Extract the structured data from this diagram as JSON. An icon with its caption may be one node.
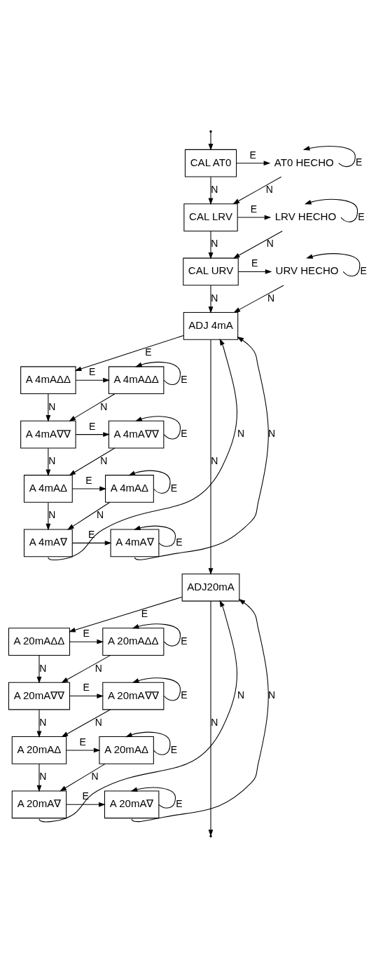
{
  "diagram": {
    "nodes": [
      {
        "text": [
          "CAL AT0"
        ]
      },
      {
        "text": [
          "AT0 HECHO"
        ]
      },
      {
        "text": [
          "CAL LRV"
        ]
      },
      {
        "text": [
          "LRV HECHO"
        ]
      },
      {
        "text": [
          "CAL URV"
        ]
      },
      {
        "text": [
          "URV HECHO"
        ]
      },
      {
        "text": [
          "ADJ 4mA"
        ]
      },
      {
        "text": [
          "A 4mAΔΔ"
        ]
      },
      {
        "text": [
          "A 4mAΔΔ"
        ]
      },
      {
        "text": [
          "A 4mA∇∇"
        ]
      },
      {
        "text": [
          "A 4mA∇∇"
        ]
      },
      {
        "text": [
          "A 4mAΔ"
        ]
      },
      {
        "text": [
          "A 4mAΔ"
        ]
      },
      {
        "text": [
          "A 4mA∇"
        ]
      },
      {
        "text": [
          "A 4mA∇"
        ]
      },
      {
        "text": [
          "ADJ20mA"
        ]
      },
      {
        "text": [
          "A 20mAΔΔ"
        ]
      },
      {
        "text": [
          "A 20mAΔΔ"
        ]
      },
      {
        "text": [
          "A 20mA∇∇"
        ]
      },
      {
        "text": [
          "A 20mA∇∇"
        ]
      },
      {
        "text": [
          "A 20mAΔ"
        ]
      },
      {
        "text": [
          "A 20mAΔ"
        ]
      },
      {
        "text": [
          "A 20mA∇"
        ]
      },
      {
        "text": [
          "A 20mA∇"
        ]
      }
    ],
    "edges": [
      {
        "from": null,
        "to": 0,
        "arrow": "to"
      },
      {
        "from": 0,
        "to": 1,
        "arrow": "to",
        "label": "E"
      },
      {
        "from": 1,
        "to": 1,
        "arrow": "to",
        "label": "E"
      },
      {
        "from": 0,
        "to": 2,
        "arrow": "to",
        "label": "N"
      },
      {
        "from": 1,
        "to": 2,
        "arrow": "to",
        "label": "N"
      },
      {
        "from": 2,
        "to": 3,
        "arrow": "to",
        "label": "E"
      },
      {
        "from": 3,
        "to": 3,
        "arrow": "to",
        "label": "E"
      },
      {
        "from": 2,
        "to": 4,
        "arrow": "to",
        "label": "N"
      },
      {
        "from": 3,
        "to": 4,
        "arrow": "to",
        "label": "N"
      },
      {
        "from": 4,
        "to": 5,
        "arrow": "to",
        "label": "E"
      },
      {
        "from": 5,
        "to": 5,
        "arrow": "to",
        "label": "E"
      },
      {
        "from": 4,
        "to": 6,
        "arrow": "to",
        "label": "N"
      },
      {
        "from": 5,
        "to": 6,
        "arrow": "to",
        "label": "N"
      },
      {
        "from": 6,
        "to": 7,
        "arrow": "to",
        "label": "E"
      },
      {
        "from": 6,
        "to": 15,
        "arrow": "to",
        "label": "N"
      },
      {
        "from": 7,
        "to": 8,
        "arrow": "to",
        "label": "E"
      },
      {
        "from": 8,
        "to": 8,
        "arrow": "to",
        "label": "E"
      },
      {
        "from": 7,
        "to": 9,
        "arrow": "to",
        "label": "N"
      },
      {
        "from": 8,
        "to": 9,
        "arrow": "to",
        "label": "N"
      },
      {
        "from": 9,
        "to": 10,
        "arrow": "to",
        "label": "E"
      },
      {
        "from": 10,
        "to": 10,
        "arrow": "to",
        "label": "E"
      },
      {
        "from": 9,
        "to": 11,
        "arrow": "to",
        "label": "N"
      },
      {
        "from": 10,
        "to": 11,
        "arrow": "to",
        "label": "N"
      },
      {
        "from": 11,
        "to": 12,
        "arrow": "to",
        "label": "E"
      },
      {
        "from": 12,
        "to": 12,
        "arrow": "to",
        "label": "E"
      },
      {
        "from": 11,
        "to": 13,
        "arrow": "to",
        "label": "N"
      },
      {
        "from": 12,
        "to": 13,
        "arrow": "to",
        "label": "N"
      },
      {
        "from": 13,
        "to": 14,
        "arrow": "to",
        "label": "E"
      },
      {
        "from": 14,
        "to": 14,
        "arrow": "to",
        "label": "E"
      },
      {
        "from": 13,
        "to": 6,
        "arrow": "to",
        "label": "N"
      },
      {
        "from": 14,
        "to": 6,
        "arrow": "to",
        "label": "N"
      },
      {
        "from": 15,
        "to": 16,
        "arrow": "to",
        "label": "E"
      },
      {
        "from": 15,
        "to": null,
        "arrow": "to",
        "label": "N"
      },
      {
        "from": 16,
        "to": 17,
        "arrow": "to",
        "label": "E"
      },
      {
        "from": 17,
        "to": 17,
        "arrow": "to",
        "label": "E"
      },
      {
        "from": 16,
        "to": 18,
        "arrow": "to",
        "label": "N"
      },
      {
        "from": 17,
        "to": 18,
        "arrow": "to",
        "label": "N"
      },
      {
        "from": 18,
        "to": 19,
        "arrow": "to",
        "label": "E"
      },
      {
        "from": 19,
        "to": 19,
        "arrow": "to",
        "label": "E"
      },
      {
        "from": 18,
        "to": 20,
        "arrow": "to",
        "label": "N"
      },
      {
        "from": 19,
        "to": 20,
        "arrow": "to",
        "label": "N"
      },
      {
        "from": 20,
        "to": 21,
        "arrow": "to",
        "label": "E"
      },
      {
        "from": 21,
        "to": 21,
        "arrow": "to",
        "label": "E"
      },
      {
        "from": 20,
        "to": 22,
        "arrow": "to",
        "label": "N"
      },
      {
        "from": 21,
        "to": 22,
        "arrow": "to",
        "label": "N"
      },
      {
        "from": 22,
        "to": 23,
        "arrow": "to",
        "label": "E"
      },
      {
        "from": 23,
        "to": 23,
        "arrow": "to",
        "label": "E"
      },
      {
        "from": 22,
        "to": 15,
        "arrow": "to",
        "label": "N"
      },
      {
        "from": 23,
        "to": 15,
        "arrow": "to",
        "label": "N"
      }
    ]
  }
}
